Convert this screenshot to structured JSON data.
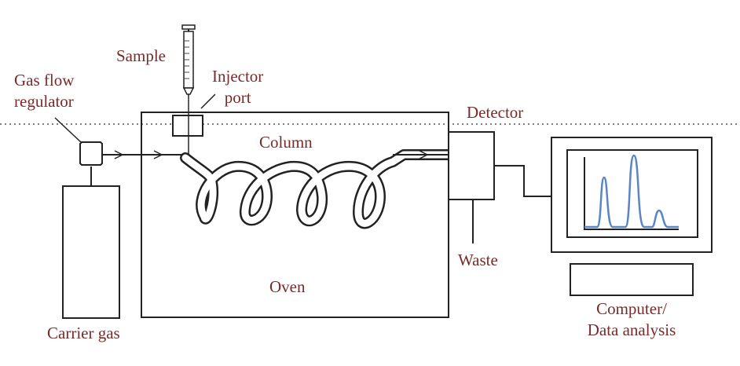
{
  "labels": {
    "sample": "Sample",
    "injector_port_line1": "Injector",
    "injector_port_line2": "port",
    "gas_flow_regulator_line1": "Gas flow",
    "gas_flow_regulator_line2": "regulator",
    "detector": "Detector",
    "column": "Column",
    "oven": "Oven",
    "waste": "Waste",
    "carrier_gas": "Carrier gas",
    "computer_line1": "Computer/",
    "computer_line2": "Data analysis"
  },
  "colors": {
    "label_text": "#7a2a2a",
    "line": "#222222",
    "chromatogram_trace": "#5b86c6"
  }
}
